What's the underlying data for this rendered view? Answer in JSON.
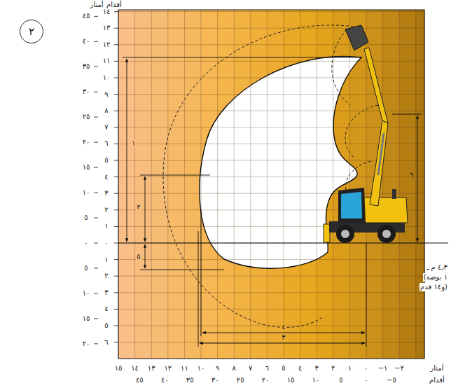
{
  "diagram": {
    "nodes": [
      {
        "text": [
          "٢"
        ]
      }
    ],
    "labels": [
      "أمتار",
      "أقدام",
      "١٤",
      "١٣",
      "١٢",
      "١١",
      "١٠",
      "٩",
      "٨",
      "٧",
      "٦",
      "٥",
      "٤",
      "٣",
      "٢",
      "١",
      "٠",
      "١",
      "٢",
      "٣",
      "٤",
      "٥",
      "٦",
      "٤٥",
      "٤٠",
      "٣٥",
      "٣٠",
      "٢٥",
      "٢٠",
      "١٥",
      "١٠",
      "٥",
      "٠",
      "٥",
      "١٠",
      "١٥",
      "٢٠",
      "١٥",
      "١٤",
      "١٣",
      "١٢",
      "١١",
      "١٠",
      "٩",
      "٨",
      "٧",
      "٦",
      "٥",
      "٤",
      "٣",
      "٢",
      "١",
      "٠",
      "−١",
      "−٢",
      "أمتار",
      "٤٥",
      "٤٠",
      "٣٥",
      "٣٠",
      "٢٥",
      "٢٠",
      "١٥",
      "١٠",
      "٥",
      "٠",
      "−٥",
      "أقدام",
      "١",
      "٢",
      "٥",
      "٤",
      "٣",
      "٦",
      "٤٫٣ م ـ",
      "(١ بوصة",
      "و١٤ قدم)"
    ]
  }
}
